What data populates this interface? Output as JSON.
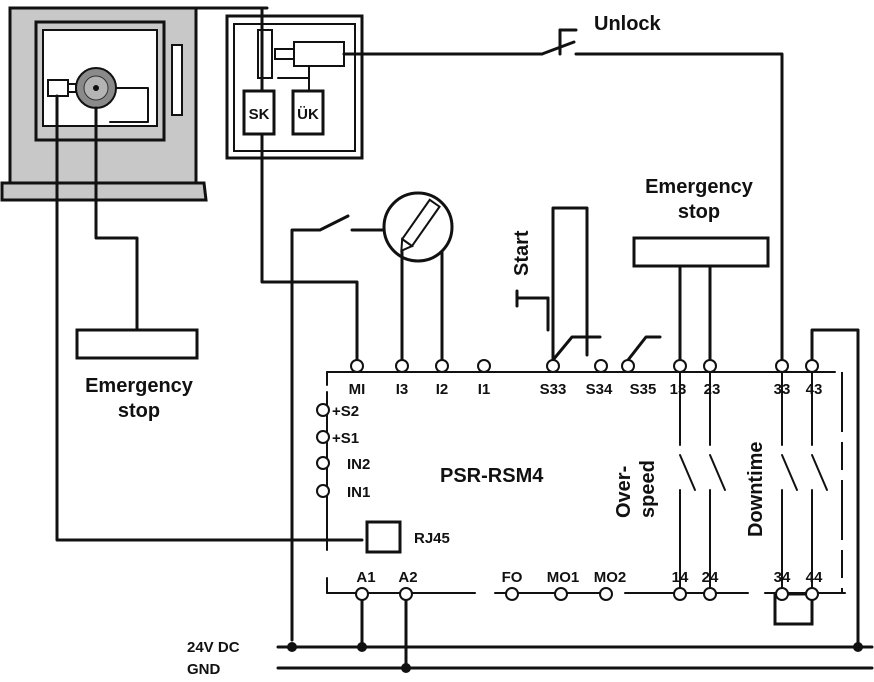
{
  "labels": {
    "unlock": "Unlock",
    "emergency_stop_right": [
      "Emergency",
      "stop"
    ],
    "emergency_stop_left": [
      "Emergency",
      "stop"
    ],
    "start": "Start",
    "sk": "SK",
    "uk": "ÜK",
    "device": "PSR-RSM4",
    "rj45": "RJ45",
    "overspeed": [
      "Over-",
      "speed"
    ],
    "downtime": "Downtime",
    "supply_24v": "24V DC",
    "gnd": "GND"
  },
  "top_terminals": [
    "MI",
    "I3",
    "I2",
    "I1",
    "S33",
    "S34",
    "S35",
    "13",
    "23",
    "33",
    "43"
  ],
  "left_terminals": [
    "+S2",
    "+S1",
    "IN2",
    "IN1"
  ],
  "bottom_terminals": [
    "A1",
    "A2",
    "FO",
    "MO1",
    "MO2",
    "14",
    "24",
    "34",
    "44"
  ],
  "colors": {
    "wire": "#111111",
    "machine_gray": "#c8c8c8",
    "background": "#ffffff"
  }
}
